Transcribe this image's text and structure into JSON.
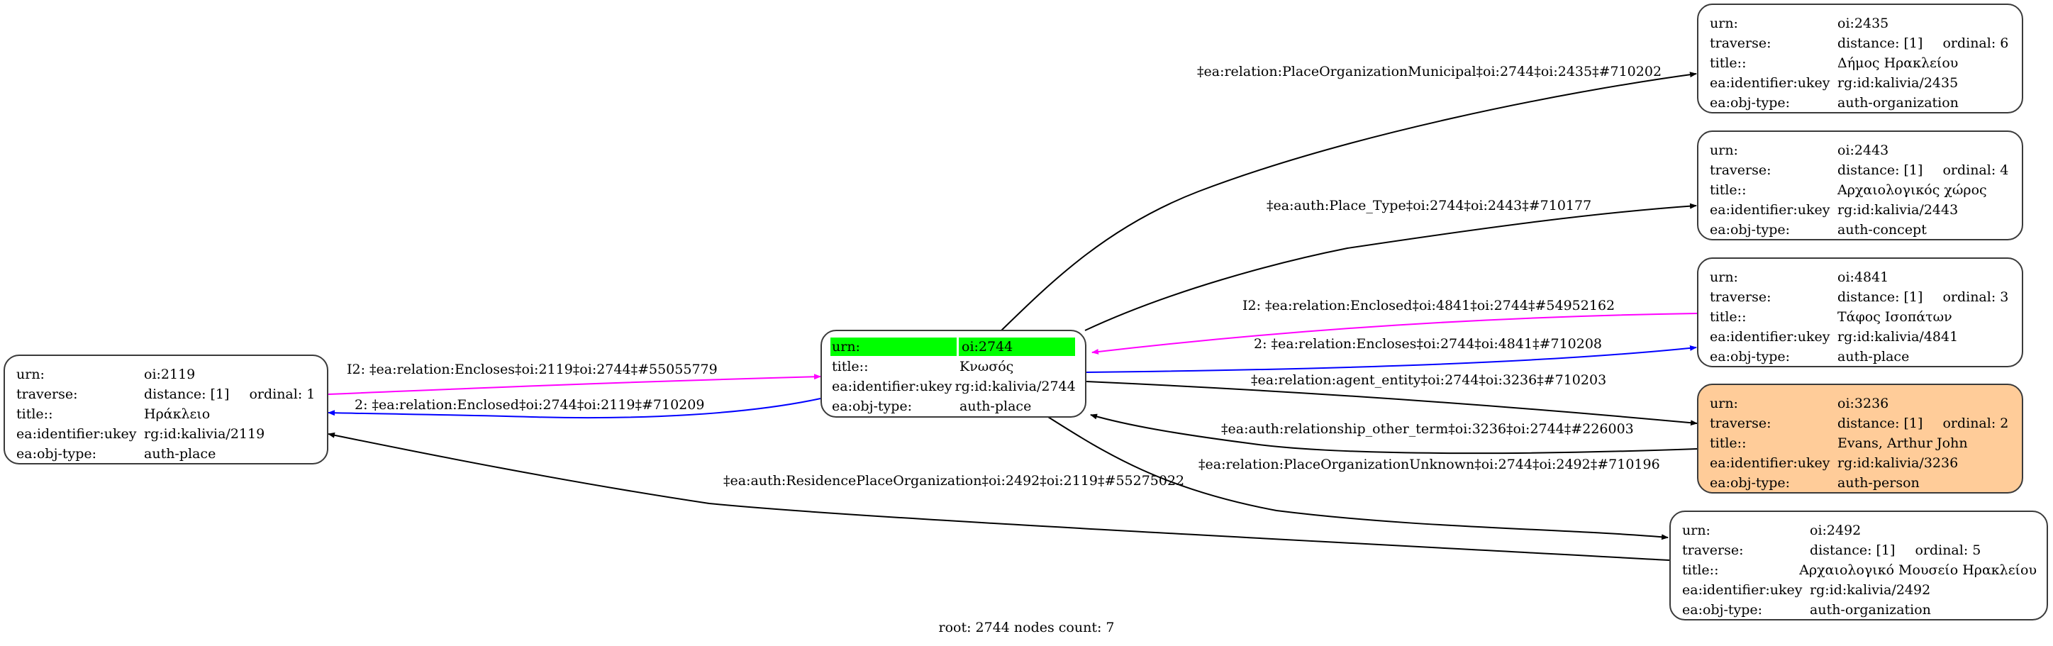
{
  "graph": {
    "footer": "root: 2744 nodes count: 7",
    "colors": {
      "root_highlight": "#00ff00",
      "person_node": "#ffcc99",
      "edge_default": "#000000",
      "edge_inverse": "#ff00ff",
      "edge_ordered": "#0000ff"
    },
    "labels": {
      "urn": "urn:",
      "traverse": "traverse:",
      "title": "title::",
      "ukey": "ea:identifier:ukey",
      "objtype": "ea:obj-type:"
    },
    "nodes": {
      "n2119": {
        "urn": "oi:2119",
        "distance": "distance: [1]",
        "ordinal": "ordinal: 1",
        "title": "Ηράκλειο",
        "ukey": "rg:id:kalivia/2119",
        "objtype": "auth-place"
      },
      "n2744": {
        "urn": "oi:2744",
        "title": "Κνωσός",
        "ukey": "rg:id:kalivia/2744",
        "objtype": "auth-place",
        "is_root": true
      },
      "n2435": {
        "urn": "oi:2435",
        "distance": "distance: [1]",
        "ordinal": "ordinal: 6",
        "title": "Δήμος Ηρακλείου",
        "ukey": "rg:id:kalivia/2435",
        "objtype": "auth-organization"
      },
      "n2443": {
        "urn": "oi:2443",
        "distance": "distance: [1]",
        "ordinal": "ordinal: 4",
        "title": "Αρχαιολογικός χώρος",
        "ukey": "rg:id:kalivia/2443",
        "objtype": "auth-concept"
      },
      "n4841": {
        "urn": "oi:4841",
        "distance": "distance: [1]",
        "ordinal": "ordinal: 3",
        "title": "Τάφος Ισοπάτων",
        "ukey": "rg:id:kalivia/4841",
        "objtype": "auth-place"
      },
      "n3236": {
        "urn": "oi:3236",
        "distance": "distance: [1]",
        "ordinal": "ordinal: 2",
        "title": "Evans, Arthur John",
        "ukey": "rg:id:kalivia/3236",
        "objtype": "auth-person"
      },
      "n2492": {
        "urn": "oi:2492",
        "distance": "distance: [1]",
        "ordinal": "ordinal: 5",
        "title": "Αρχαιολογικό Μουσείο Ηρακλείου",
        "ukey": "rg:id:kalivia/2492",
        "objtype": "auth-organization"
      }
    },
    "edges": [
      {
        "id": "e1",
        "from": "oi:2744",
        "to": "oi:2435",
        "color": "#000000",
        "label": "‡ea:relation:PlaceOrganizationMunicipal‡oi:2744‡oi:2435‡#710202"
      },
      {
        "id": "e2",
        "from": "oi:2744",
        "to": "oi:2443",
        "color": "#000000",
        "label": "‡ea:auth:Place_Type‡oi:2744‡oi:2443‡#710177"
      },
      {
        "id": "e3",
        "from": "oi:4841",
        "to": "oi:2744",
        "color": "#ff00ff",
        "label": "I2: ‡ea:relation:Enclosed‡oi:4841‡oi:2744‡#54952162"
      },
      {
        "id": "e4",
        "from": "oi:2744",
        "to": "oi:4841",
        "color": "#0000ff",
        "label": "2: ‡ea:relation:Encloses‡oi:2744‡oi:4841‡#710208"
      },
      {
        "id": "e5",
        "from": "oi:2744",
        "to": "oi:3236",
        "color": "#000000",
        "label": "‡ea:relation:agent_entity‡oi:2744‡oi:3236‡#710203"
      },
      {
        "id": "e6",
        "from": "oi:3236",
        "to": "oi:2744",
        "color": "#000000",
        "label": "‡ea:auth:relationship_other_term‡oi:3236‡oi:2744‡#226003"
      },
      {
        "id": "e7",
        "from": "oi:2744",
        "to": "oi:2492",
        "color": "#000000",
        "label": "‡ea:relation:PlaceOrganizationUnknown‡oi:2744‡oi:2492‡#710196"
      },
      {
        "id": "e8",
        "from": "oi:2119",
        "to": "oi:2744",
        "color": "#ff00ff",
        "label": "I2: ‡ea:relation:Encloses‡oi:2119‡oi:2744‡#55055779"
      },
      {
        "id": "e9",
        "from": "oi:2744",
        "to": "oi:2119",
        "color": "#0000ff",
        "label": "2: ‡ea:relation:Enclosed‡oi:2744‡oi:2119‡#710209"
      },
      {
        "id": "e10",
        "from": "oi:2492",
        "to": "oi:2119",
        "color": "#000000",
        "label": "‡ea:auth:ResidencePlaceOrganization‡oi:2492‡oi:2119‡#55275022"
      }
    ]
  }
}
